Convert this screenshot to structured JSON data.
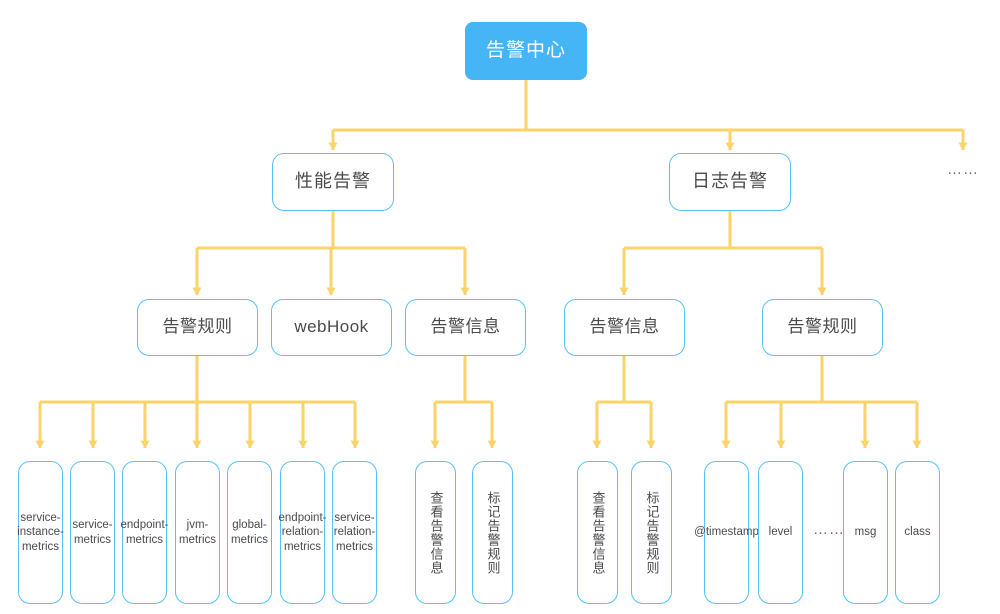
{
  "diagram": {
    "title": "告警中心",
    "edge_color": "#fad36a",
    "node_border_color": "#56c2f7",
    "root_fill_color": "#45b5f5",
    "text_color": "#4a4a4a",
    "background_color": "#ffffff"
  },
  "nodes": {
    "root": {
      "label": "告警中心"
    },
    "level2": [
      {
        "label": "性能告警"
      },
      {
        "label": "日志告警"
      },
      {
        "label": "……"
      }
    ],
    "level3": [
      {
        "label": "告警规则"
      },
      {
        "label": "webHook"
      },
      {
        "label": "告警信息"
      },
      {
        "label": "告警信息"
      },
      {
        "label": "告警规则"
      }
    ],
    "metrics_leaves": [
      {
        "label": "service-instance-metrics"
      },
      {
        "label": "service-metrics"
      },
      {
        "label": "endpoint-metrics"
      },
      {
        "label": "jvm-metrics"
      },
      {
        "label": "global-metrics"
      },
      {
        "label": "endpoint-relation-metrics"
      },
      {
        "label": "service-relation-metrics"
      }
    ],
    "perf_info_leaves": [
      {
        "label": "查看告警信息"
      },
      {
        "label": "标记告警规则"
      }
    ],
    "log_info_leaves": [
      {
        "label": "查看告警信息"
      },
      {
        "label": "标记告警规则"
      }
    ],
    "log_rule_leaves": [
      {
        "label": "@timestamp"
      },
      {
        "label": "level"
      },
      {
        "label": "msg"
      },
      {
        "label": "class"
      }
    ],
    "log_rule_ellipsis": {
      "label": "……"
    }
  }
}
